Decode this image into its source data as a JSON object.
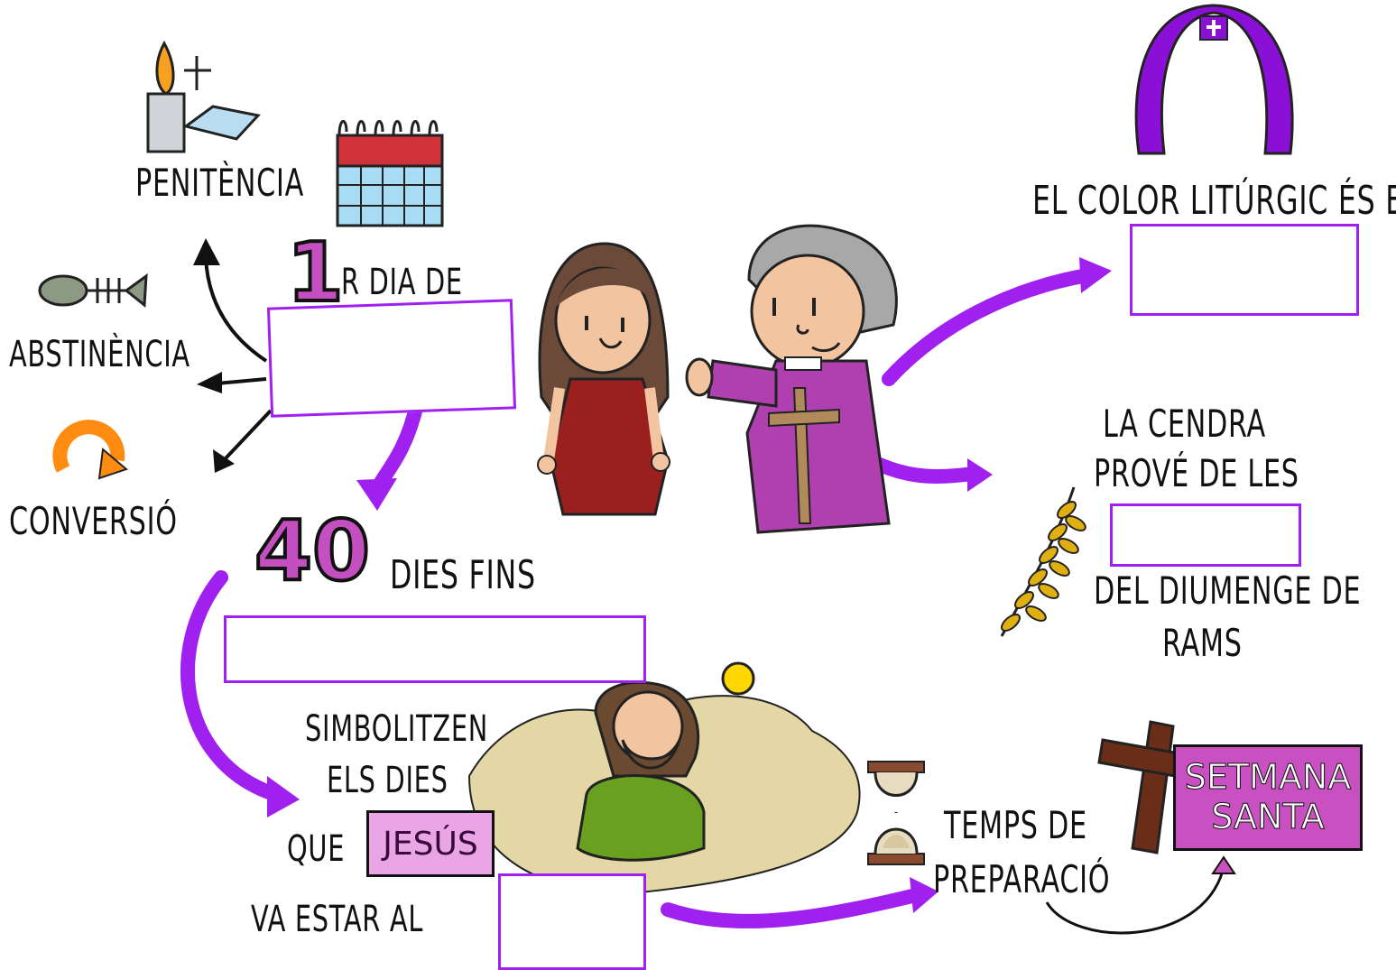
{
  "labels": {
    "penitencia": "PENITÈNCIA",
    "abstinencia": "ABSTINÈNCIA",
    "conversio": "CONVERSIÓ",
    "first_num": "1",
    "first_text": "R DIA DE",
    "forty_num": "40",
    "forty_text": "DIES FINS",
    "symbol_line1": "SIMBOLITZEN",
    "symbol_line2": "ELS DIES",
    "que": "QUE",
    "jesus": "JESÚS",
    "va_estar": "VA ESTAR AL",
    "color_liturgic": "EL COLOR LITÚRGIC ÉS EL",
    "cendra_line1": "LA CENDRA",
    "cendra_line2": "PROVÉ DE LES",
    "diumenge_line1": "DEL DIUMENGE DE",
    "diumenge_line2": "RAMS",
    "temps_line1": "TEMPS DE",
    "temps_line2": "PREPARACIÓ",
    "setmana_line1": "SETMANA",
    "setmana_line2": "SANTA"
  },
  "colors": {
    "accent_purple": "#a020f0",
    "magenta": "#c34fc0",
    "jesus_box": "#e9a5e6",
    "setmana_box": "#c850c0"
  }
}
